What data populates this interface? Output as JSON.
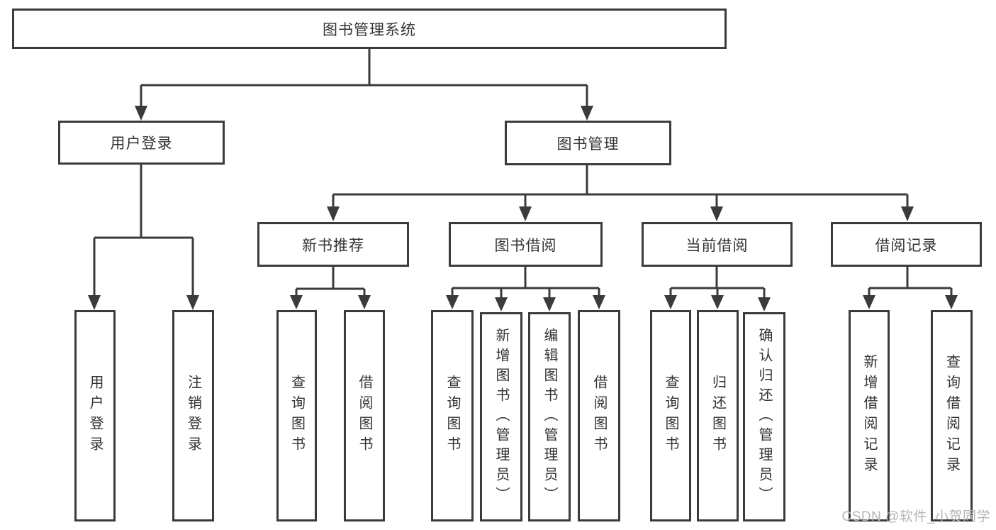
{
  "tree": {
    "root": "图书管理系统",
    "login": {
      "label": "用户登录",
      "children": [
        "用户登录",
        "注销登录"
      ]
    },
    "mgmt": {
      "label": "图书管理",
      "groups": [
        {
          "label": "新书推荐",
          "children": [
            "查询图书",
            "借阅图书"
          ]
        },
        {
          "label": "图书借阅",
          "children": [
            "查询图书",
            "新增图书（管理员）",
            "编辑图书（管理员）",
            "借阅图书"
          ]
        },
        {
          "label": "当前借阅",
          "children": [
            "查询图书",
            "归还图书",
            "确认归还（管理员）"
          ]
        },
        {
          "label": "借阅记录",
          "children": [
            "新增借阅记录",
            "查询借阅记录"
          ]
        }
      ]
    }
  },
  "watermark": "CSDN @软件_小贺同学",
  "colors": {
    "line": "#3b3b3b",
    "text": "#333333",
    "background": "#ffffff",
    "watermark_text": "#b5b5b5"
  }
}
